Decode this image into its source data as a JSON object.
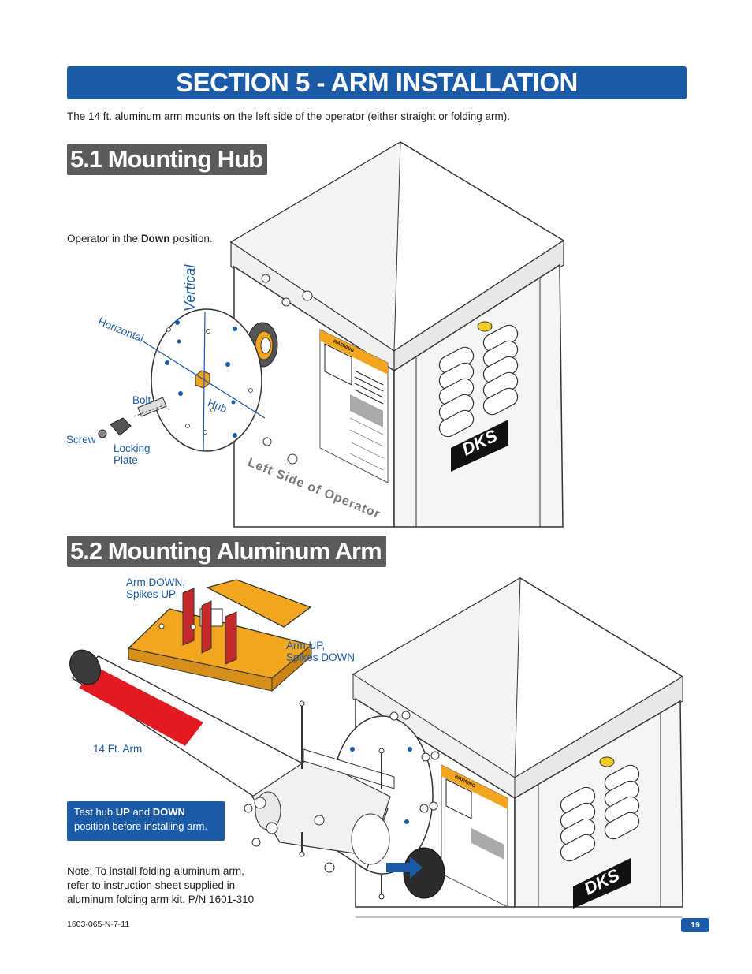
{
  "header": {
    "title": "SECTION 5 - ARM INSTALLATION"
  },
  "intro_text": "The 14 ft. aluminum arm mounts on the left side of the operator (either straight or folding arm).",
  "hub_section": {
    "title": "5.1 Mounting Hub",
    "operator_prefix": "Operator in the ",
    "operator_bold": "Down",
    "operator_suffix": " position.",
    "labels": {
      "vertical": "Vertical",
      "horizontal": "Horizontal",
      "hub": "Hub",
      "bolt": "Bolt",
      "screw": "Screw",
      "locking_plate": "Locking Plate",
      "left_side": "Left Side of Operator"
    }
  },
  "arm_section": {
    "title": "5.2 Mounting Aluminum Arm",
    "labels": {
      "arm_down": "Arm DOWN,",
      "spikes_up": "Spikes UP",
      "arm_up": "Arm UP,",
      "spikes_down": "Spikes DOWN",
      "arm_length": "14 Ft. Arm"
    },
    "callout": {
      "prefix": "Test hub ",
      "up": "UP",
      "and": " and ",
      "down": "DOWN",
      "line2": "position before installing arm."
    },
    "note_lines": [
      "Note: To install folding aluminum arm,",
      "refer to instruction sheet supplied in",
      "aluminum folding arm kit. P/N 1601-310"
    ]
  },
  "decal": {
    "warning": "WARNING",
    "brand": "DKS"
  },
  "footer": {
    "doc_code": "1603-065-N-7-11",
    "page": "19"
  },
  "colors": {
    "blue": "#1a5aa6",
    "gray_banner": "#5b5b5e",
    "orange": "#f2a51e",
    "red": "#e21b22",
    "yellow": "#f3cd23"
  }
}
